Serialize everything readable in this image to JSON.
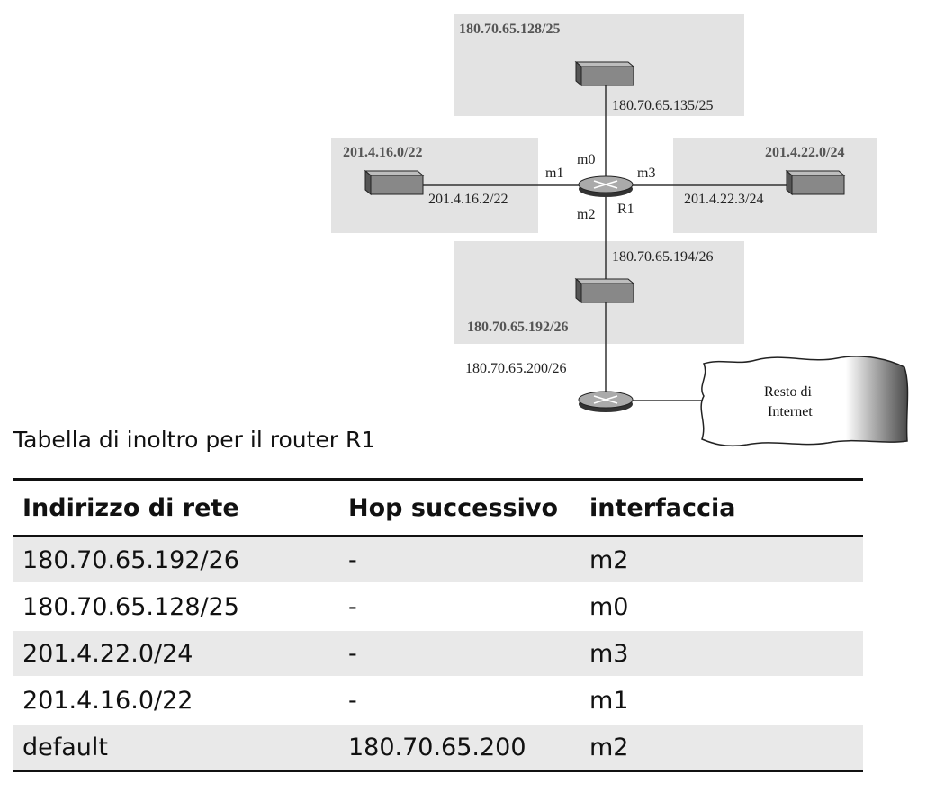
{
  "diagram": {
    "networks": {
      "top": "180.70.65.128/25",
      "left": "201.4.16.0/22",
      "right": "201.4.22.0/24",
      "bottom": "180.70.65.192/26"
    },
    "interfaces": {
      "top_ip": "180.70.65.135/25",
      "left_ip": "201.4.16.2/22",
      "right_ip": "201.4.22.3/24",
      "bottom_ip": "180.70.65.194/26",
      "lower_router_ip": "180.70.65.200/26",
      "m0": "m0",
      "m1": "m1",
      "m2": "m2",
      "m3": "m3"
    },
    "router_name": "R1",
    "cloud_line1": "Resto di",
    "cloud_line2": "Internet"
  },
  "caption": "Tabella di inoltro per il router R1",
  "table": {
    "headers": [
      "Indirizzo di rete",
      "Hop successivo",
      "interfaccia"
    ],
    "rows": [
      [
        "180.70.65.192/26",
        "-",
        "m2"
      ],
      [
        "180.70.65.128/25",
        "-",
        "m0"
      ],
      [
        "201.4.22.0/24",
        "-",
        "m3"
      ],
      [
        "201.4.16.0/22",
        "-",
        "m1"
      ],
      [
        "default",
        "180.70.65.200",
        "m2"
      ]
    ]
  }
}
